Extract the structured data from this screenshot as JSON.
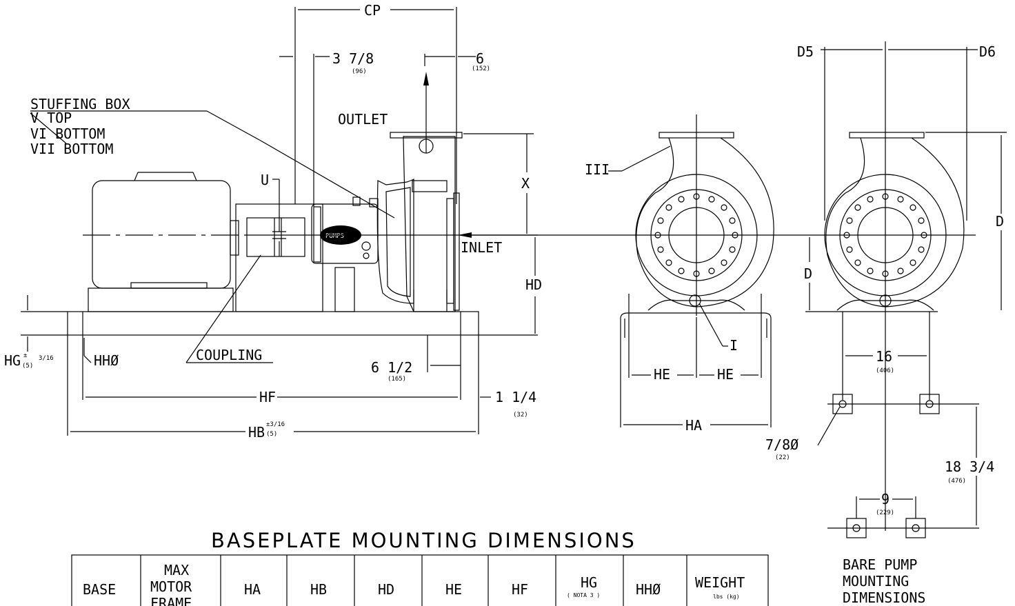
{
  "labels": {
    "cp": "CP",
    "dim_3_7_8": "3 7/8",
    "dim_3_7_8_mm": "(96)",
    "dim_6": "6",
    "dim_6_mm": "(152)",
    "stuffing_box": "STUFFING BOX",
    "sb_v": "V      TOP",
    "sb_vi": "VI  BOTTOM",
    "sb_vii": "VII BOTTOM",
    "outlet": "OUTLET",
    "inlet": "INLET",
    "u": "U",
    "x": "X",
    "hd": "HD",
    "coupling": "COUPLING",
    "hg": "HG",
    "hg_tol_pm": "±",
    "hg_tol_frac": "3/16",
    "hg_tol_mm": "(5)",
    "hh": "HHØ",
    "dim_6_1_2": "6 1/2",
    "dim_6_1_2_mm": "(165)",
    "hf": "HF",
    "dim_1_1_4": "1 1/4",
    "dim_1_1_4_mm": "(32)",
    "hb": "HB",
    "hb_tol": "±3/16",
    "hb_tol_mm": "(5)",
    "pumps_badge": "PUMPS",
    "iii": "III",
    "i": "I",
    "he": "HE",
    "ha": "HA",
    "d5": "D5",
    "d6": "D6",
    "d_left": "D",
    "d_right": "D",
    "dim_16": "16",
    "dim_16_mm": "(406)",
    "dim_7_8": "7/8Ø",
    "dim_7_8_mm": "(22)",
    "dim_9": "9",
    "dim_9_mm": "(229)",
    "dim_18_3_4": "18 3/4",
    "dim_18_3_4_mm": "(476)",
    "bare_pump_1": "BARE PUMP",
    "bare_pump_2": "MOUNTING",
    "bare_pump_3": "DIMENSIONS"
  },
  "table": {
    "title": "BASEPLATE MOUNTING DIMENSIONS",
    "headers": [
      "BASE",
      "MAX MOTOR FRAME",
      "HA",
      "HB",
      "HD",
      "HE",
      "HF",
      "HG",
      "HHØ",
      "WEIGHT"
    ],
    "max_motor_lines": [
      "MAX",
      "MOTOR",
      "FRAME"
    ],
    "hg_note": "( NOTA 3 )",
    "weight_note": "lbs (kg)"
  }
}
